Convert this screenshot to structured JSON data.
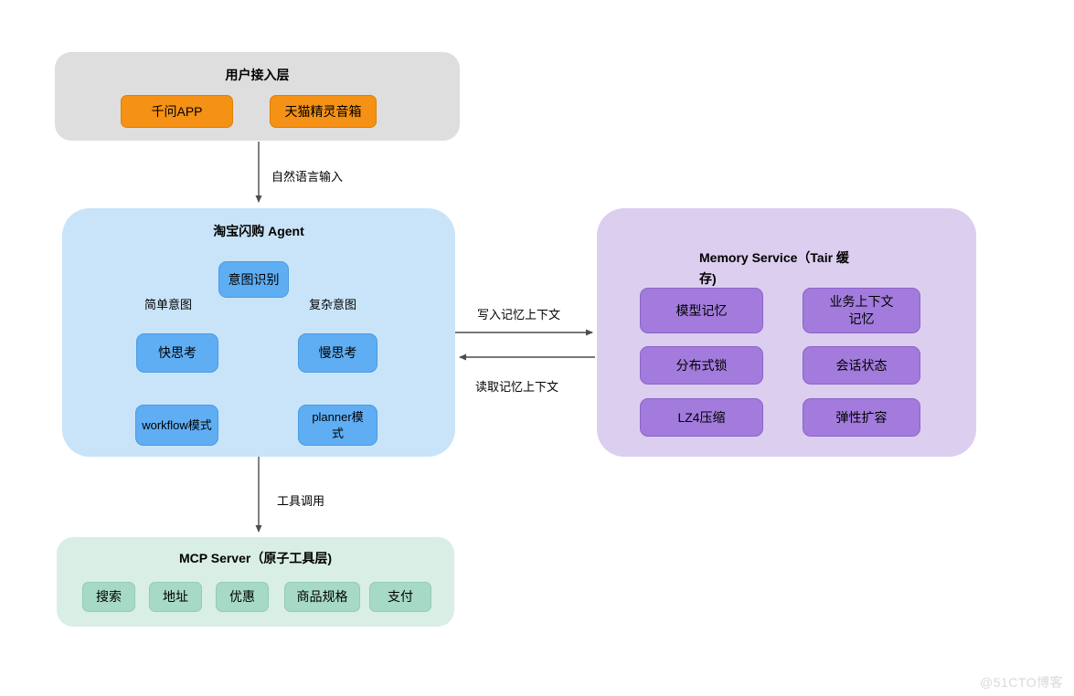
{
  "diagram": {
    "user_access": {
      "title": "用户接入层",
      "items": [
        {
          "label": "千问APP"
        },
        {
          "label": "天猫精灵音箱"
        }
      ]
    },
    "flow_labels": {
      "nl_input": "自然语言输入",
      "write_memory": "写入记忆上下文",
      "read_memory": "读取记忆上下文",
      "tool_call": "工具调用"
    },
    "agent": {
      "title": "淘宝闪购 Agent",
      "intent_node": "意图识别",
      "branch_left_label": "简单意图",
      "branch_right_label": "复杂意图",
      "fast_node": "快思考",
      "slow_node": "慢思考",
      "workflow_node": "workflow模式",
      "planner_node": "planner模式"
    },
    "memory": {
      "title": "Memory Service（Tair 缓存)",
      "items": [
        "模型记忆",
        "业务上下文记忆",
        "分布式锁",
        "会话状态",
        "LZ4压缩",
        "弹性扩容"
      ]
    },
    "mcp": {
      "title": "MCP Server（原子工具层)",
      "items": [
        "搜索",
        "地址",
        "优惠",
        "商品规格",
        "支付"
      ]
    },
    "watermark": "@51CTO博客",
    "colors": {
      "orange_chip": "#F59115",
      "gray_container": "#DEDEDE",
      "blue_container": "#C9E4F9",
      "blue_chip": "#5FAEF4",
      "purple_container": "#DCCEEF",
      "purple_chip": "#A27BDC",
      "green_container": "#D9EEE4",
      "green_chip": "#A6D9C6",
      "arrow": "#4D4D4D"
    }
  }
}
